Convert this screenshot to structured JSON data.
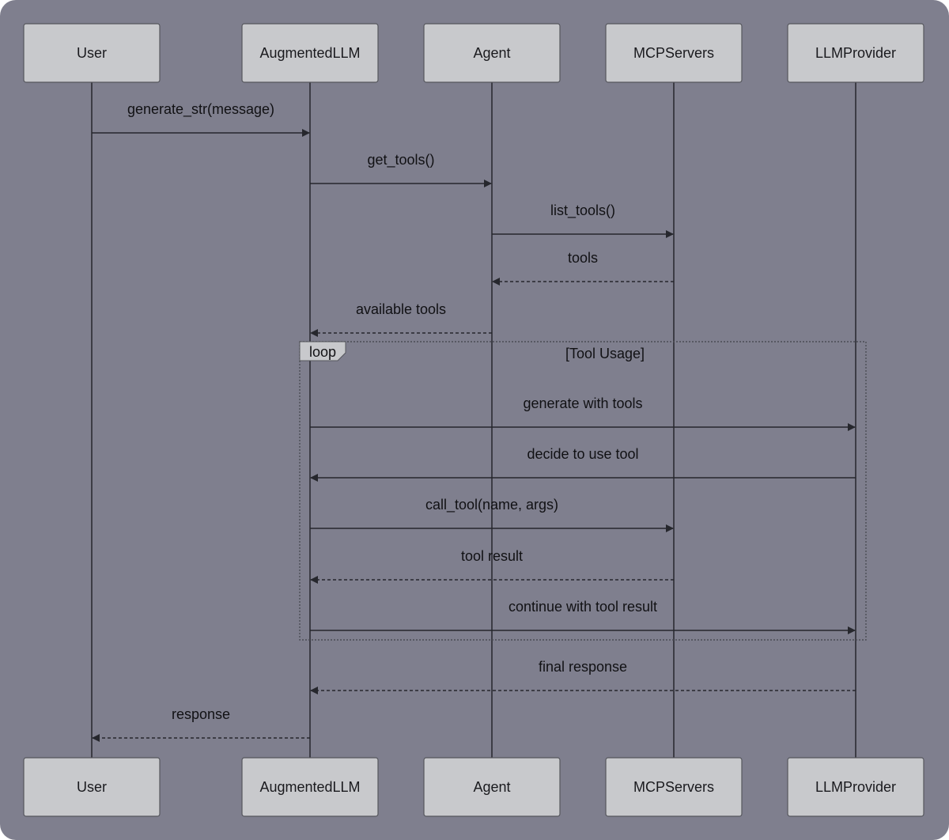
{
  "colors": {
    "background": "#7f7f8e",
    "actor_fill": "#c8c9cc",
    "line": "#26272d"
  },
  "participants": [
    {
      "id": "user",
      "label": "User"
    },
    {
      "id": "augmented",
      "label": "AugmentedLLM"
    },
    {
      "id": "agent",
      "label": "Agent"
    },
    {
      "id": "mcp",
      "label": "MCPServers"
    },
    {
      "id": "llm",
      "label": "LLMProvider"
    }
  ],
  "messages": [
    {
      "from": 0,
      "to": 1,
      "label": "generate_str(message)",
      "style": "solid"
    },
    {
      "from": 1,
      "to": 2,
      "label": "get_tools()",
      "style": "solid"
    },
    {
      "from": 2,
      "to": 3,
      "label": "list_tools()",
      "style": "solid"
    },
    {
      "from": 3,
      "to": 2,
      "label": "tools",
      "style": "dashed"
    },
    {
      "from": 2,
      "to": 1,
      "label": "available tools",
      "style": "dashed"
    },
    {
      "from": 1,
      "to": 4,
      "label": "generate with tools",
      "style": "solid"
    },
    {
      "from": 4,
      "to": 1,
      "label": "decide to use tool",
      "style": "solid"
    },
    {
      "from": 1,
      "to": 3,
      "label": "call_tool(name, args)",
      "style": "solid"
    },
    {
      "from": 3,
      "to": 1,
      "label": "tool result",
      "style": "dashed"
    },
    {
      "from": 1,
      "to": 4,
      "label": "continue with tool result",
      "style": "solid"
    },
    {
      "from": 4,
      "to": 1,
      "label": "final response",
      "style": "dashed"
    },
    {
      "from": 1,
      "to": 0,
      "label": "response",
      "style": "dashed"
    }
  ],
  "loop": {
    "keyword": "loop",
    "condition": "[Tool Usage]",
    "first_message": 5,
    "last_message": 9
  }
}
